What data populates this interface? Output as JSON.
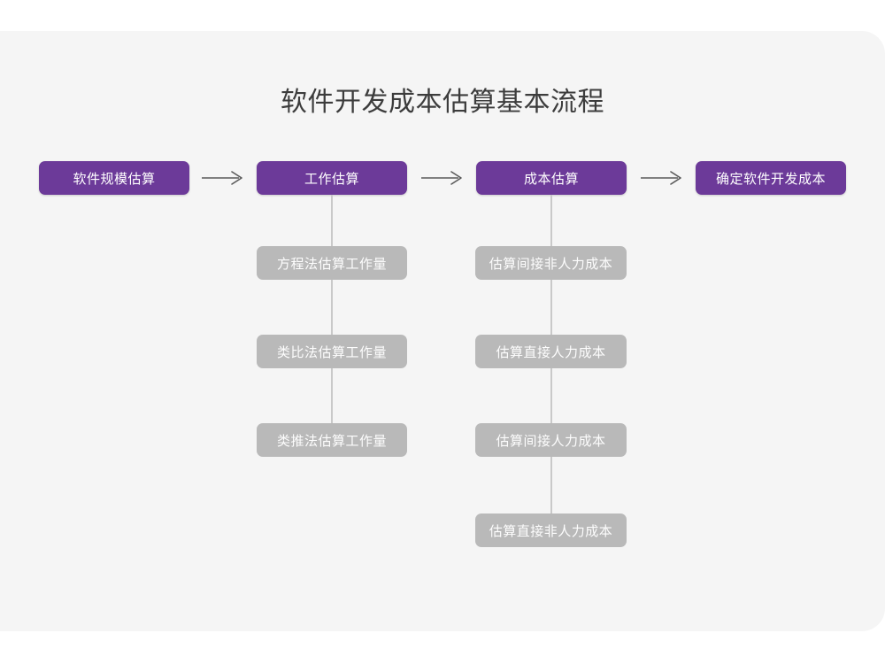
{
  "card": {
    "background_color": "#f5f5f5",
    "page_background_color": "#ffffff"
  },
  "title": "软件开发成本估算基本流程",
  "colors": {
    "primary_node": "#6c3a99",
    "sub_node": "#b9b9b9",
    "node_text": "#ffffff",
    "title_text": "#3c3c3c",
    "connector": "#c9c9c9",
    "arrow": "#595959"
  },
  "diagram": {
    "type": "flowchart",
    "orientation": "left-to-right with vertical sub-branches",
    "stages": [
      {
        "id": "stage-1",
        "label": "软件规模估算",
        "substeps": []
      },
      {
        "id": "stage-2",
        "label": "工作估算",
        "substeps": [
          "方程法估算工作量",
          "类比法估算工作量",
          "类推法估算工作量"
        ]
      },
      {
        "id": "stage-3",
        "label": "成本估算",
        "substeps": [
          "估算间接非人力成本",
          "估算直接人力成本",
          "估算间接人力成本",
          "估算直接非人力成本"
        ]
      },
      {
        "id": "stage-4",
        "label": "确定软件开发成本",
        "substeps": []
      }
    ],
    "connectors": [
      {
        "from": "stage-1",
        "to": "stage-2",
        "kind": "arrow-right"
      },
      {
        "from": "stage-2",
        "to": "stage-3",
        "kind": "arrow-right"
      },
      {
        "from": "stage-3",
        "to": "stage-4",
        "kind": "arrow-right"
      }
    ]
  }
}
